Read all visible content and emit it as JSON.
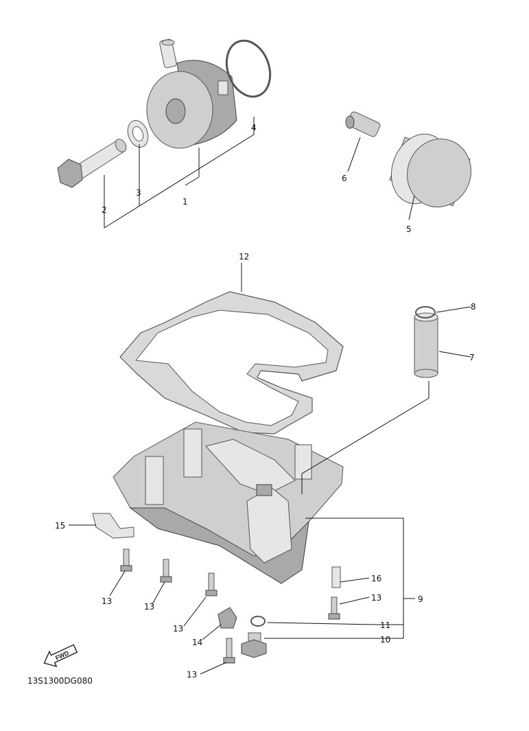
{
  "diagram_code": "13S1300DG080",
  "fwd_label": "FWD",
  "callouts": [
    {
      "id": "c1",
      "text": "1"
    },
    {
      "id": "c2",
      "text": "2"
    },
    {
      "id": "c3",
      "text": "3"
    },
    {
      "id": "c4",
      "text": "4"
    },
    {
      "id": "c5",
      "text": "5"
    },
    {
      "id": "c6",
      "text": "6"
    },
    {
      "id": "c7",
      "text": "7"
    },
    {
      "id": "c8",
      "text": "8"
    },
    {
      "id": "c9",
      "text": "9"
    },
    {
      "id": "c10",
      "text": "10"
    },
    {
      "id": "c11",
      "text": "11"
    },
    {
      "id": "c12",
      "text": "12"
    },
    {
      "id": "c13a",
      "text": "13"
    },
    {
      "id": "c13b",
      "text": "13"
    },
    {
      "id": "c13c",
      "text": "13"
    },
    {
      "id": "c13d",
      "text": "13"
    },
    {
      "id": "c13e",
      "text": "13"
    },
    {
      "id": "c14",
      "text": "14"
    },
    {
      "id": "c15",
      "text": "15"
    },
    {
      "id": "c16",
      "text": "16"
    }
  ]
}
